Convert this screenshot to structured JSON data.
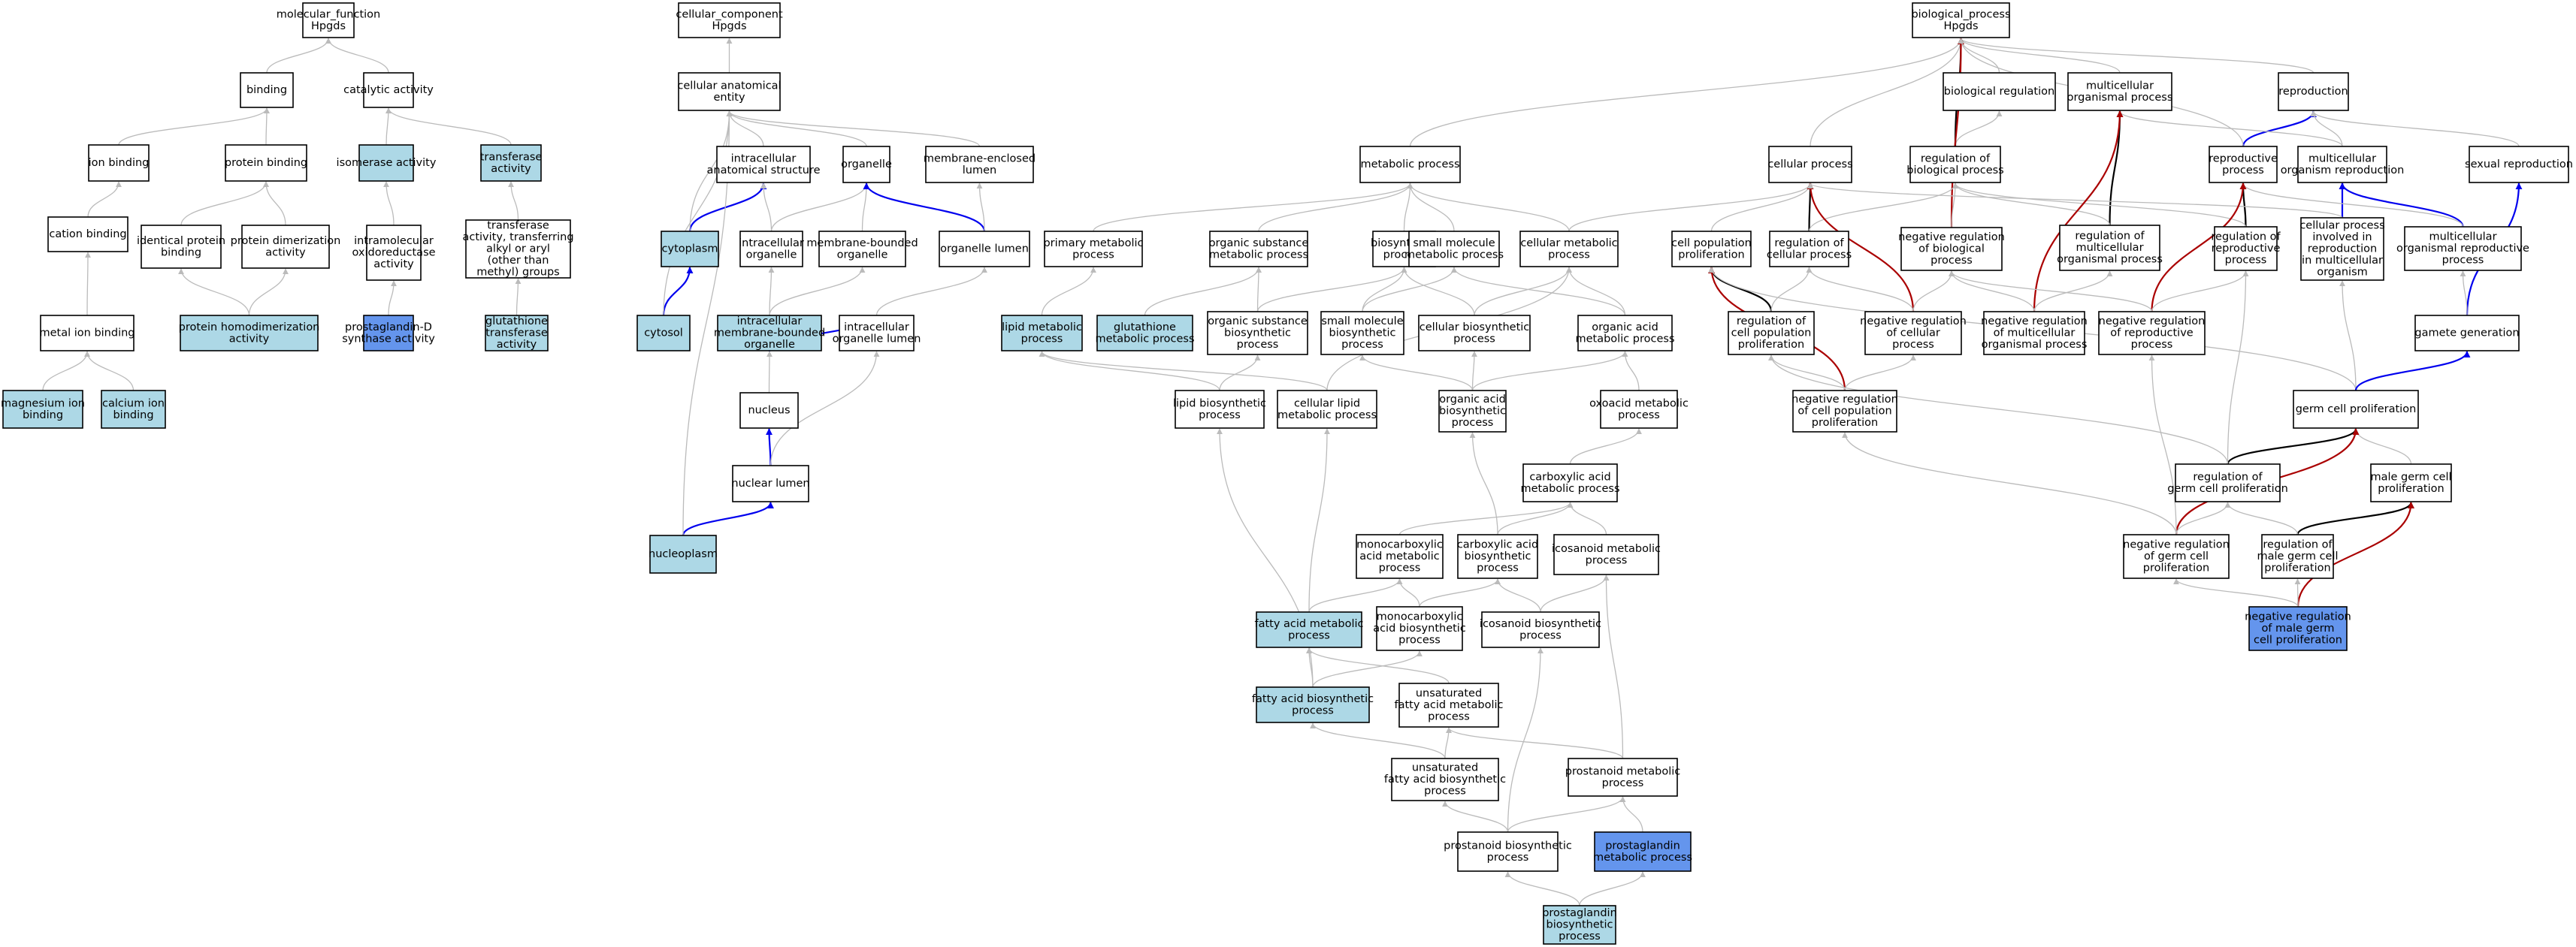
{
  "palette": {
    "white": "#ffffff",
    "light": "#add8e6",
    "strong": "#6495ed"
  },
  "edge_colors": {
    "is_a": "#bbbbbb",
    "part_of": "#0000ee",
    "regulates": "#000000",
    "negatively_regulates": "#aa0000"
  },
  "nodes": {
    "mf_root": {
      "lines": [
        "molecular_function",
        "Hpgds"
      ],
      "fill": "white"
    },
    "binding": {
      "lines": [
        "binding"
      ],
      "fill": "white"
    },
    "catalytic": {
      "lines": [
        "catalytic activity"
      ],
      "fill": "white"
    },
    "ionbind": {
      "lines": [
        "ion binding"
      ],
      "fill": "white"
    },
    "protbind": {
      "lines": [
        "protein binding"
      ],
      "fill": "white"
    },
    "isomerase": {
      "lines": [
        "isomerase activity"
      ],
      "fill": "light"
    },
    "transferase": {
      "lines": [
        "transferase",
        "activity"
      ],
      "fill": "light"
    },
    "cationbind": {
      "lines": [
        "cation binding"
      ],
      "fill": "white"
    },
    "identprot": {
      "lines": [
        "identical protein",
        "binding"
      ],
      "fill": "white"
    },
    "protdimer": {
      "lines": [
        "protein dimerization",
        "activity"
      ],
      "fill": "white"
    },
    "intramol": {
      "lines": [
        "intramolecular",
        "oxidoreductase",
        "activity"
      ],
      "fill": "white"
    },
    "transalkyl": {
      "lines": [
        "transferase",
        "activity, transferring",
        "alkyl or aryl",
        "(other than",
        "methyl) groups"
      ],
      "fill": "white"
    },
    "metalion": {
      "lines": [
        "metal ion binding"
      ],
      "fill": "white"
    },
    "homodimer": {
      "lines": [
        "protein homodimerization",
        "activity"
      ],
      "fill": "light"
    },
    "pgdsyn": {
      "lines": [
        "prostaglandin-D",
        "synthase activity"
      ],
      "fill": "strong"
    },
    "gst": {
      "lines": [
        "glutathione",
        "transferase",
        "activity"
      ],
      "fill": "light"
    },
    "mgbind": {
      "lines": [
        "magnesium ion",
        "binding"
      ],
      "fill": "light"
    },
    "cabind": {
      "lines": [
        "calcium ion",
        "binding"
      ],
      "fill": "light"
    },
    "cc_root": {
      "lines": [
        "cellular_component",
        "Hpgds"
      ],
      "fill": "white"
    },
    "cae": {
      "lines": [
        "cellular anatomical",
        "entity"
      ],
      "fill": "white"
    },
    "ias": {
      "lines": [
        "intracellular",
        "anatomical structure"
      ],
      "fill": "white"
    },
    "organelle": {
      "lines": [
        "organelle"
      ],
      "fill": "white"
    },
    "mel": {
      "lines": [
        "membrane-enclosed",
        "lumen"
      ],
      "fill": "white"
    },
    "cytoplasm": {
      "lines": [
        "cytoplasm"
      ],
      "fill": "light"
    },
    "icorg": {
      "lines": [
        "intracellular",
        "organelle"
      ],
      "fill": "white"
    },
    "mbo": {
      "lines": [
        "membrane-bounded",
        "organelle"
      ],
      "fill": "white"
    },
    "orglumen": {
      "lines": [
        "organelle lumen"
      ],
      "fill": "white"
    },
    "cytosol": {
      "lines": [
        "cytosol"
      ],
      "fill": "light"
    },
    "imbo": {
      "lines": [
        "intracellular",
        "membrane-bounded",
        "organelle"
      ],
      "fill": "light"
    },
    "iol": {
      "lines": [
        "intracellular",
        "organelle lumen"
      ],
      "fill": "white"
    },
    "nucleus": {
      "lines": [
        "nucleus"
      ],
      "fill": "white"
    },
    "nuclumen": {
      "lines": [
        "nuclear lumen"
      ],
      "fill": "white"
    },
    "nucleoplasm": {
      "lines": [
        "nucleoplasm"
      ],
      "fill": "light"
    },
    "bp_root": {
      "lines": [
        "biological_process",
        "Hpgds"
      ],
      "fill": "white"
    },
    "bioreg": {
      "lines": [
        "biological regulation"
      ],
      "fill": "white"
    },
    "multiorg": {
      "lines": [
        "multicellular",
        "organismal process"
      ],
      "fill": "white"
    },
    "reproduction": {
      "lines": [
        "reproduction"
      ],
      "fill": "white"
    },
    "metab": {
      "lines": [
        "metabolic process"
      ],
      "fill": "white"
    },
    "cellproc": {
      "lines": [
        "cellular process"
      ],
      "fill": "white"
    },
    "regbio": {
      "lines": [
        "regulation of",
        "biological process"
      ],
      "fill": "white"
    },
    "reproproc": {
      "lines": [
        "reproductive",
        "process"
      ],
      "fill": "white"
    },
    "mor": {
      "lines": [
        "multicellular",
        "organism reproduction"
      ],
      "fill": "white"
    },
    "sexrep": {
      "lines": [
        "sexual reproduction"
      ],
      "fill": "white"
    },
    "primmet": {
      "lines": [
        "primary metabolic",
        "process"
      ],
      "fill": "white"
    },
    "osmp": {
      "lines": [
        "organic substance",
        "metabolic process"
      ],
      "fill": "white"
    },
    "biosyn": {
      "lines": [
        "biosynthetic",
        "process"
      ],
      "fill": "white"
    },
    "smmp": {
      "lines": [
        "small molecule",
        "metabolic process"
      ],
      "fill": "white"
    },
    "cellmet": {
      "lines": [
        "cellular metabolic",
        "process"
      ],
      "fill": "white"
    },
    "cellpop": {
      "lines": [
        "cell population",
        "proliferation"
      ],
      "fill": "white"
    },
    "regcell": {
      "lines": [
        "regulation of",
        "cellular process"
      ],
      "fill": "white"
    },
    "negregbio": {
      "lines": [
        "negative regulation",
        "of biological",
        "process"
      ],
      "fill": "white"
    },
    "regmop": {
      "lines": [
        "regulation of",
        "multicellular",
        "organismal process"
      ],
      "fill": "white"
    },
    "regrepro": {
      "lines": [
        "regulation of",
        "reproductive",
        "process"
      ],
      "fill": "white"
    },
    "cpimo": {
      "lines": [
        "cellular process",
        "involved in",
        "reproduction",
        "in multicellular",
        "organism"
      ],
      "fill": "white"
    },
    "morp": {
      "lines": [
        "multicellular",
        "organismal reproductive",
        "process"
      ],
      "fill": "white"
    },
    "lipidmet": {
      "lines": [
        "lipid metabolic",
        "process"
      ],
      "fill": "light"
    },
    "glutmet": {
      "lines": [
        "glutathione",
        "metabolic process"
      ],
      "fill": "light"
    },
    "osbp": {
      "lines": [
        "organic substance",
        "biosynthetic",
        "process"
      ],
      "fill": "white"
    },
    "smbp": {
      "lines": [
        "small molecule",
        "biosynthetic",
        "process"
      ],
      "fill": "white"
    },
    "cellbio": {
      "lines": [
        "cellular biosynthetic",
        "process"
      ],
      "fill": "white"
    },
    "oamp": {
      "lines": [
        "organic acid",
        "metabolic process"
      ],
      "fill": "white"
    },
    "regcpp": {
      "lines": [
        "regulation of",
        "cell population",
        "proliferation"
      ],
      "fill": "white"
    },
    "negregcell": {
      "lines": [
        "negative regulation",
        "of cellular",
        "process"
      ],
      "fill": "white"
    },
    "nrmop": {
      "lines": [
        "negative regulation",
        "of multicellular",
        "organismal process"
      ],
      "fill": "white"
    },
    "nrrp": {
      "lines": [
        "negative regulation",
        "of reproductive",
        "process"
      ],
      "fill": "white"
    },
    "gamete": {
      "lines": [
        "gamete generation"
      ],
      "fill": "white"
    },
    "lipidbio": {
      "lines": [
        "lipid biosynthetic",
        "process"
      ],
      "fill": "white"
    },
    "celllipid": {
      "lines": [
        "cellular lipid",
        "metabolic process"
      ],
      "fill": "white"
    },
    "oabp": {
      "lines": [
        "organic acid",
        "biosynthetic",
        "process"
      ],
      "fill": "white"
    },
    "oxoacid": {
      "lines": [
        "oxoacid metabolic",
        "process"
      ],
      "fill": "white"
    },
    "nrcpp": {
      "lines": [
        "negative regulation",
        "of cell population",
        "proliferation"
      ],
      "fill": "white"
    },
    "germprol": {
      "lines": [
        "germ cell proliferation"
      ],
      "fill": "white"
    },
    "carbmet": {
      "lines": [
        "carboxylic acid",
        "metabolic process"
      ],
      "fill": "white"
    },
    "reggcp": {
      "lines": [
        "regulation of",
        "germ cell proliferation"
      ],
      "fill": "white"
    },
    "malegcp": {
      "lines": [
        "male germ cell",
        "proliferation"
      ],
      "fill": "white"
    },
    "monomet": {
      "lines": [
        "monocarboxylic",
        "acid metabolic",
        "process"
      ],
      "fill": "white"
    },
    "carbbio": {
      "lines": [
        "carboxylic acid",
        "biosynthetic",
        "process"
      ],
      "fill": "white"
    },
    "icosmet": {
      "lines": [
        "icosanoid metabolic",
        "process"
      ],
      "fill": "white"
    },
    "nrgcp": {
      "lines": [
        "negative regulation",
        "of germ cell",
        "proliferation"
      ],
      "fill": "white"
    },
    "regmgcp": {
      "lines": [
        "regulation of",
        "male germ cell",
        "proliferation"
      ],
      "fill": "white"
    },
    "famet": {
      "lines": [
        "fatty acid metabolic",
        "process"
      ],
      "fill": "light"
    },
    "monobio": {
      "lines": [
        "monocarboxylic",
        "acid biosynthetic",
        "process"
      ],
      "fill": "white"
    },
    "icosbio": {
      "lines": [
        "icosanoid biosynthetic",
        "process"
      ],
      "fill": "white"
    },
    "nrmgcp": {
      "lines": [
        "negative regulation",
        "of male germ",
        "cell proliferation"
      ],
      "fill": "strong"
    },
    "fabio": {
      "lines": [
        "fatty acid biosynthetic",
        "process"
      ],
      "fill": "light"
    },
    "ufamet": {
      "lines": [
        "unsaturated",
        "fatty acid metabolic",
        "process"
      ],
      "fill": "white"
    },
    "ufabio": {
      "lines": [
        "unsaturated",
        "fatty acid biosynthetic",
        "process"
      ],
      "fill": "white"
    },
    "prostmet": {
      "lines": [
        "prostanoid metabolic",
        "process"
      ],
      "fill": "white"
    },
    "prostbio": {
      "lines": [
        "prostanoid biosynthetic",
        "process"
      ],
      "fill": "white"
    },
    "pgmet": {
      "lines": [
        "prostaglandin",
        "metabolic process"
      ],
      "fill": "strong"
    },
    "pgbio": {
      "lines": [
        "prostaglandin",
        "biosynthetic",
        "process"
      ],
      "fill": "light"
    }
  }
}
